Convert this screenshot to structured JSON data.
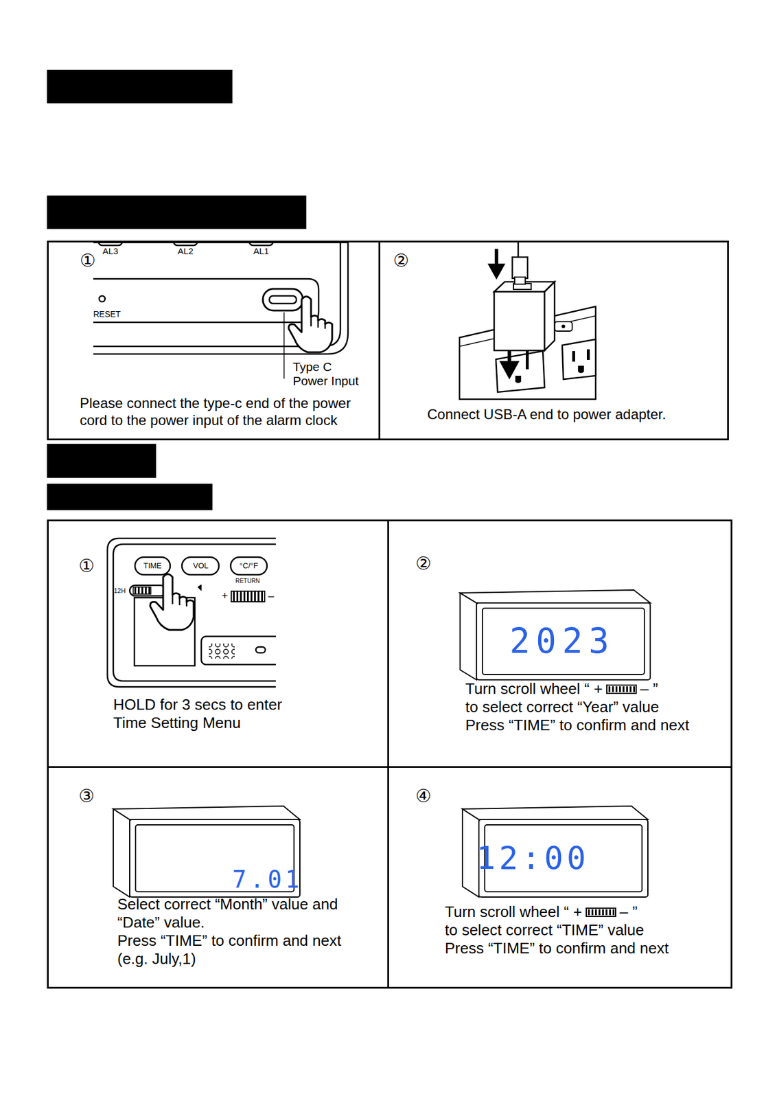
{
  "diagram": {
    "nodes": [
      {
        "text": [
          "①",
          "Please connect the type-c end of the power cord to the power input of the alarm clock"
        ]
      },
      {
        "text": [
          "②",
          "Connect USB-A end to power adapter."
        ]
      },
      {
        "text": [
          "①",
          "HOLD for 3 secs to enter Time Setting Menu"
        ]
      },
      {
        "text": [
          "②",
          "Turn scroll wheel “ +",
          "– ”",
          "to select correct “Year” value",
          "Press “TIME” to confirm and next"
        ]
      },
      {
        "text": [
          "③",
          "Select correct “Month” value and “Date” value.",
          "Press “TIME” to confirm and next",
          "(e.g. July,1)"
        ]
      },
      {
        "text": [
          "④",
          "Turn scroll wheel “ +",
          "– ”",
          "to select correct “TIME” value",
          "Press “TIME” to confirm and next"
        ]
      }
    ],
    "labels": [
      "AL3",
      "AL2",
      "AL1",
      "RESET",
      "Type C Power Input",
      "TIME",
      "VOL",
      "°C/°F",
      "RETURN",
      "12H",
      "+",
      "–",
      "2023",
      "7.01",
      "12:00"
    ]
  }
}
